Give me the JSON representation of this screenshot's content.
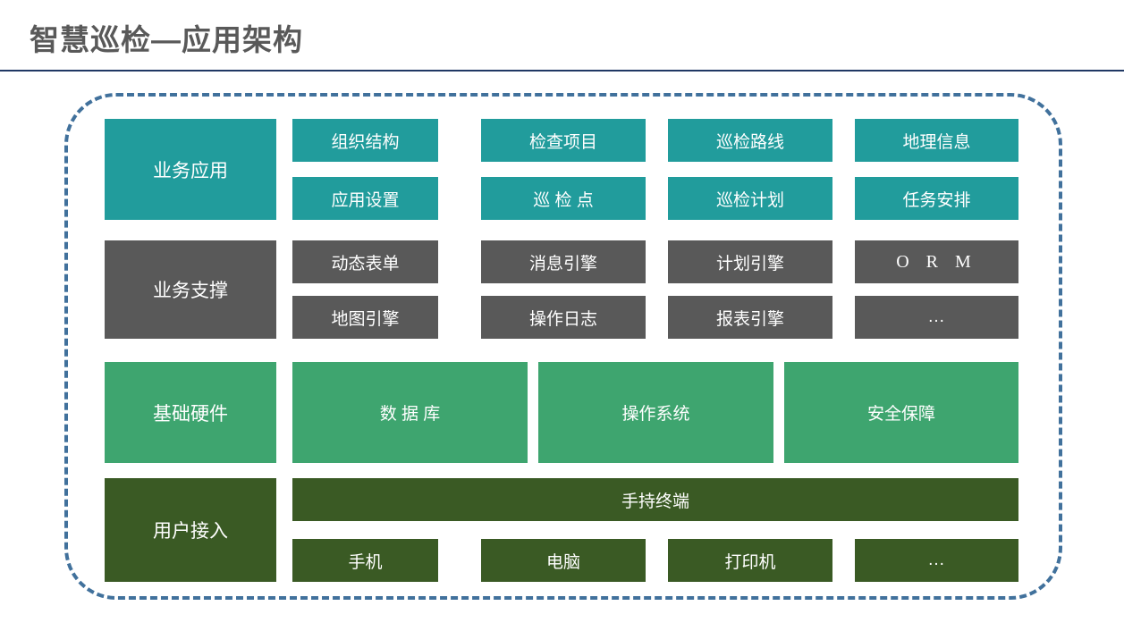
{
  "header": {
    "title": "智慧巡检—应用架构"
  },
  "colors": {
    "layer_business_apps": "#219C9C",
    "layer_business_support": "#595959",
    "layer_infrastructure": "#3EA56F",
    "layer_user_access": "#3A5A24",
    "frame_border": "#41719C",
    "title_divider": "#203864",
    "title_text": "#595959",
    "block_text": "#FFFFFF"
  },
  "arch": {
    "layers": [
      {
        "label": "业务应用",
        "rows": [
          [
            "组织结构",
            "检查项目",
            "巡检路线",
            "地理信息"
          ],
          [
            "应用设置",
            "巡 检 点",
            "巡检计划",
            "任务安排"
          ]
        ]
      },
      {
        "label": "业务支撑",
        "rows": [
          [
            "动态表单",
            "消息引擎",
            "计划引擎",
            "O R M"
          ],
          [
            "地图引擎",
            "操作日志",
            "报表引擎",
            "..."
          ]
        ]
      },
      {
        "label": "基础硬件",
        "items": [
          "数 据 库",
          "操作系统",
          "安全保障"
        ]
      },
      {
        "label": "用户接入",
        "wide_item": "手持终端",
        "items": [
          "手机",
          "电脑",
          "打印机",
          "..."
        ]
      }
    ]
  }
}
